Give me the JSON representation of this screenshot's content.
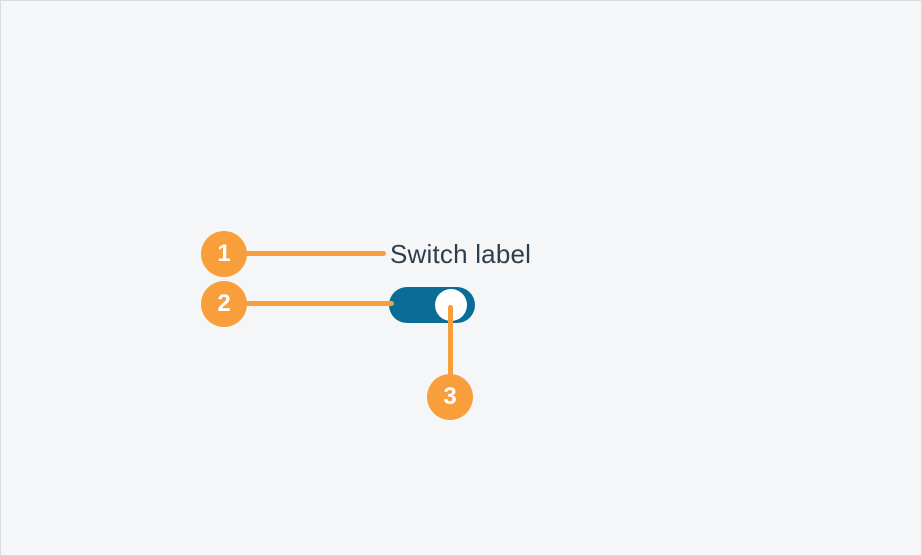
{
  "colors": {
    "background": "#F5F6F8",
    "frame_border": "#D9DBDE",
    "accent": "#F89E3B",
    "track": "#0A6D97",
    "thumb": "#FFFFFF",
    "label_text": "#2F3E4C",
    "badge_number": "#FFFFFF"
  },
  "switch": {
    "label": "Switch label",
    "state": "on"
  },
  "callouts": [
    {
      "number": "1",
      "target": "switch-label"
    },
    {
      "number": "2",
      "target": "switch-track"
    },
    {
      "number": "3",
      "target": "switch-thumb"
    }
  ]
}
